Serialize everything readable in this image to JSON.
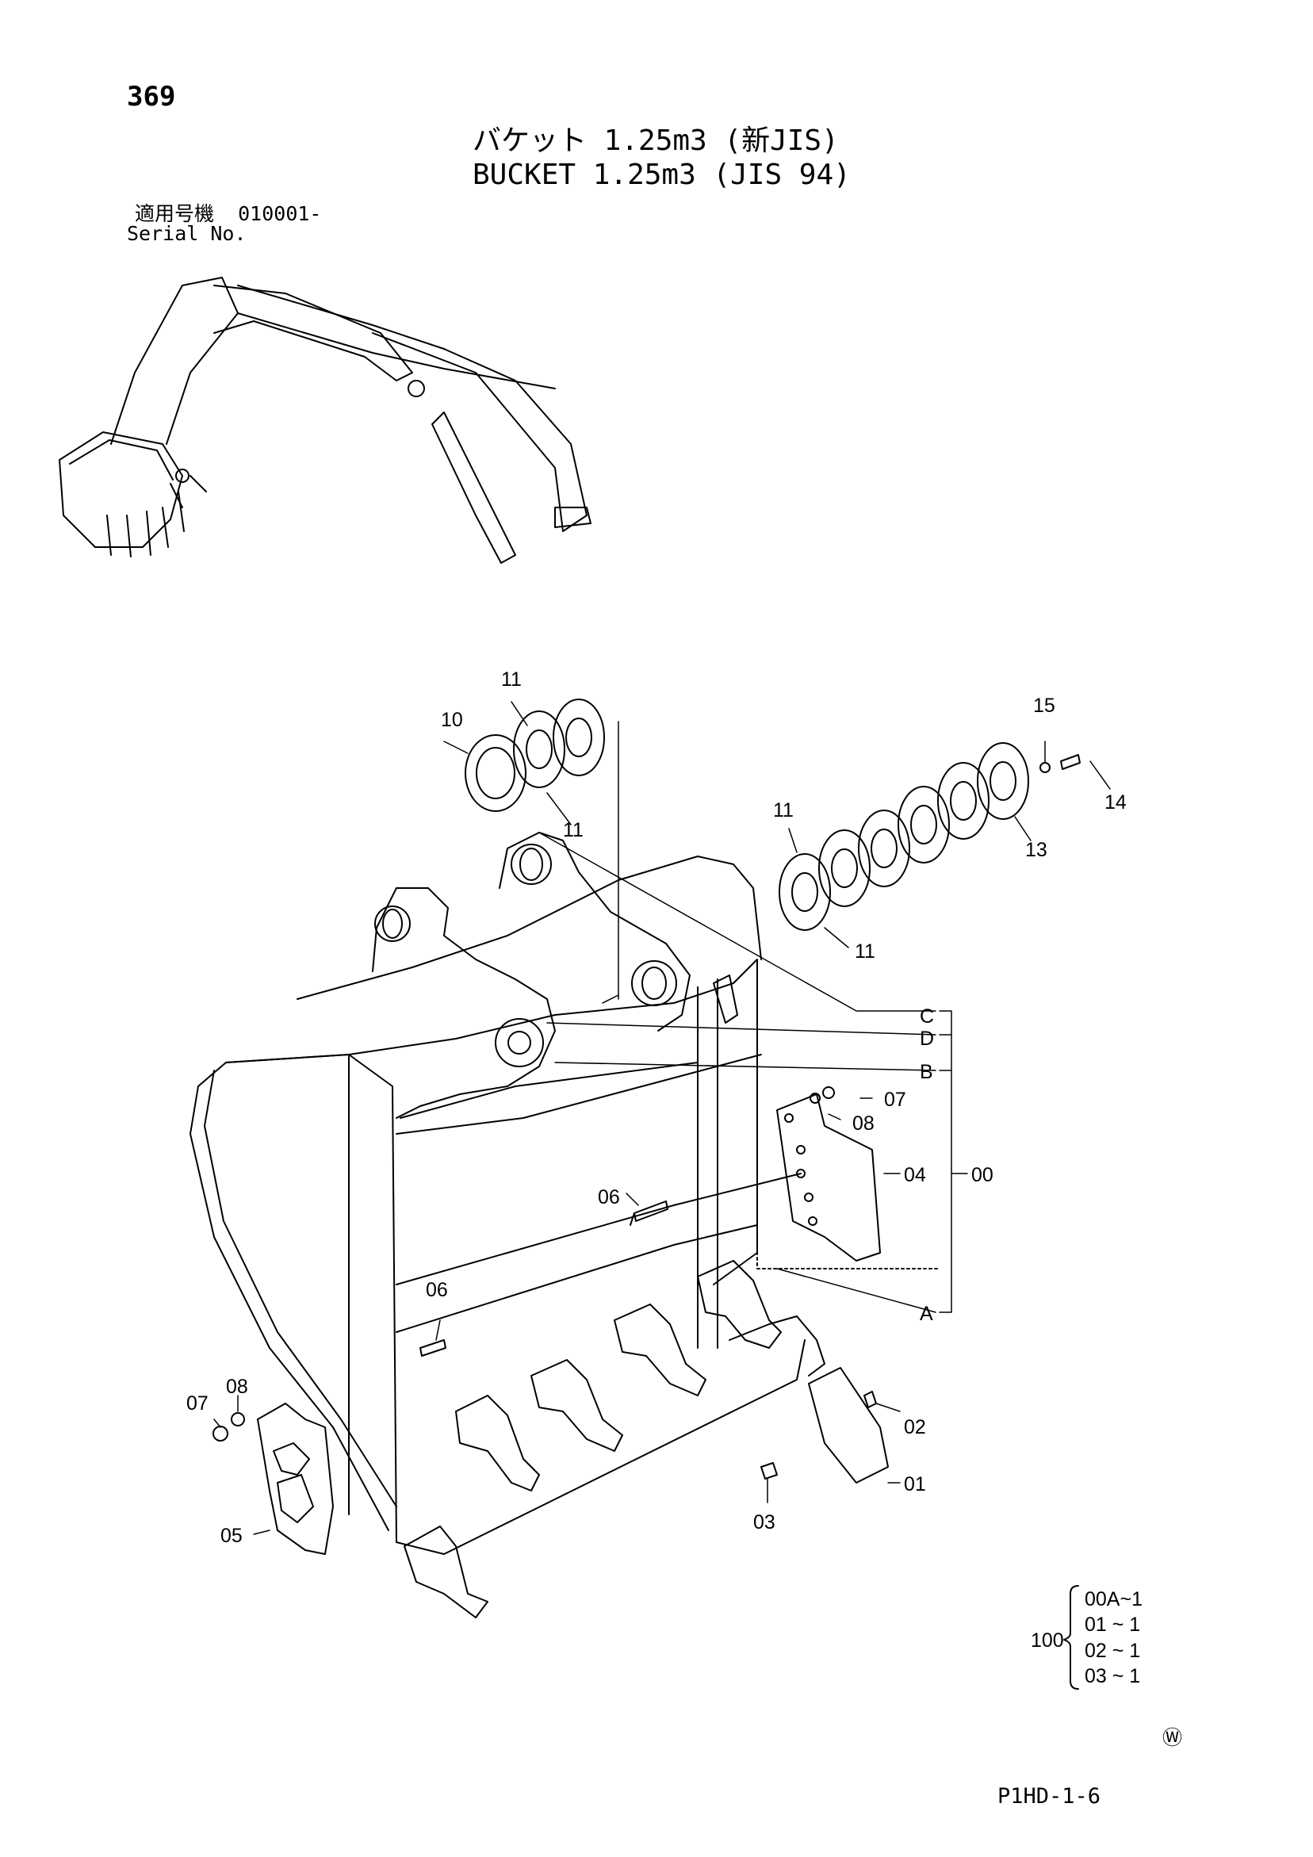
{
  "page": {
    "number": "369",
    "title_jp": "バケット 1.25m3 (新JIS)",
    "title_en": "BUCKET 1.25m3 (JIS 94)",
    "serial_label_jp": "適用号機",
    "serial_range": "010001-",
    "serial_label_en": "Serial No.",
    "page_code": "P1HD-1-6",
    "watermark_symbol": "Ⓦ"
  },
  "callouts": {
    "c11a": "11",
    "c10": "10",
    "c11b": "11",
    "c15": "15",
    "c14": "14",
    "c11c": "11",
    "c13": "13",
    "c11d": "11",
    "refC": "C",
    "refD": "D",
    "refB": "B",
    "refA": "A",
    "c07r": "07",
    "c08r": "08",
    "c04": "04",
    "c00": "00",
    "c06a": "06",
    "c06b": "06",
    "c07l": "07",
    "c08l": "08",
    "c05": "05",
    "c02": "02",
    "c01": "01",
    "c03": "03"
  },
  "kit": {
    "number": "100",
    "items": [
      "00A~1",
      "01 ~ 1",
      "02 ~ 1",
      "03 ~ 1"
    ]
  }
}
